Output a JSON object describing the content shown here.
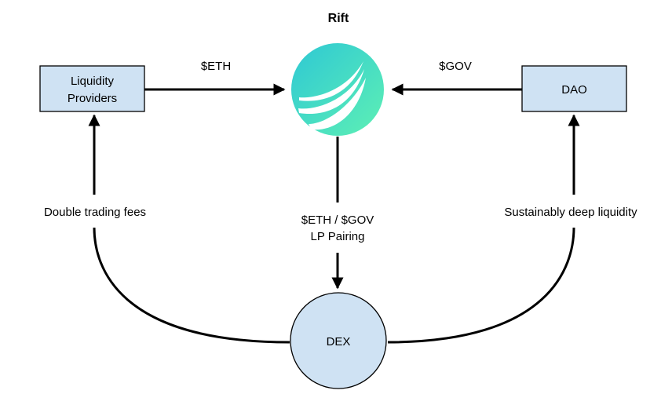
{
  "diagram": {
    "title": "Rift",
    "nodes": {
      "liquidity_providers": {
        "line1": "Liquidity",
        "line2": "Providers"
      },
      "dao": {
        "label": "DAO"
      },
      "dex": {
        "label": "DEX"
      },
      "rift_logo": {
        "icon": "rift-logo-icon"
      }
    },
    "edges": {
      "lp_to_rift": "$ETH",
      "dao_to_rift": "$GOV",
      "rift_to_dex_line1": "$ETH / $GOV",
      "rift_to_dex_line2": "LP Pairing",
      "dex_to_lp": "Double trading fees",
      "dex_to_dao": "Sustainably deep liquidity"
    },
    "colors": {
      "box_fill": "#cfe2f3",
      "stroke": "#000000",
      "logo_start": "#2ec8d4",
      "logo_end": "#56e8b8"
    }
  }
}
